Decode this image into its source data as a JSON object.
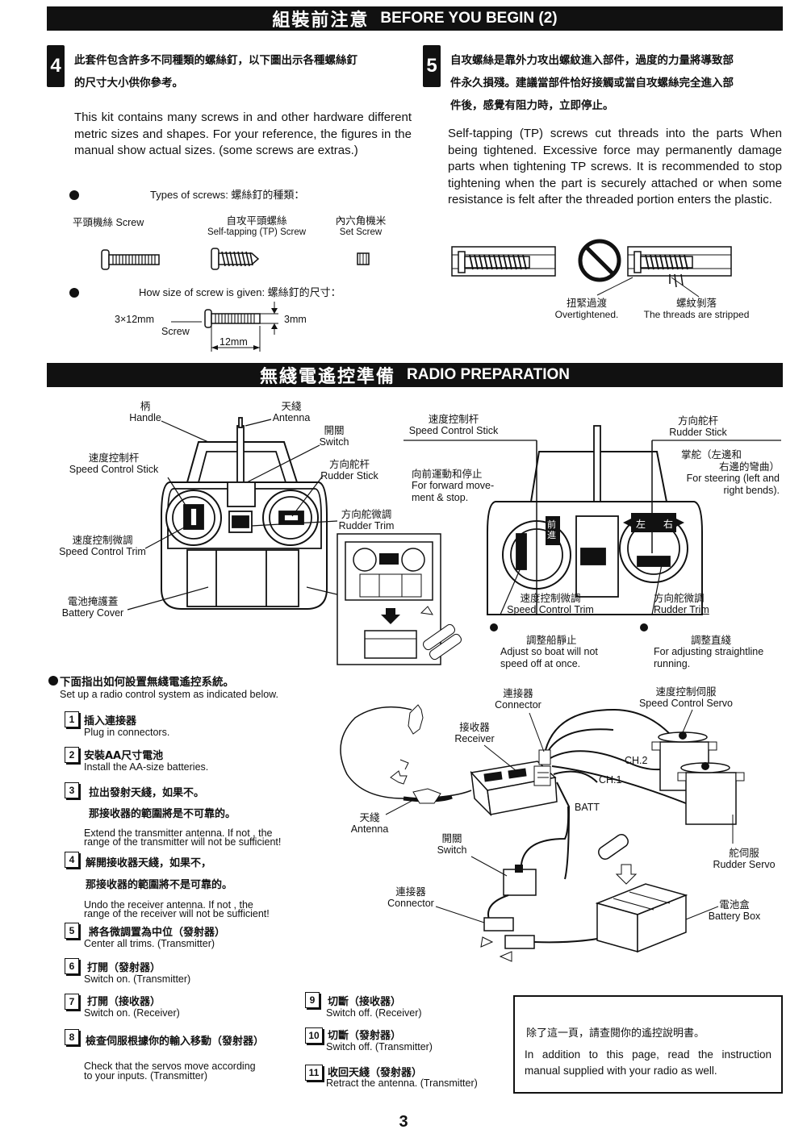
{
  "banner1": {
    "zh": "組裝前注意",
    "en": "BEFORE YOU BEGIN (2)"
  },
  "step4": {
    "num": "4",
    "zh1": "此套件包含許多不同種類的螺絲釘，以下圖出示各種螺絲釘",
    "zh2": "的尺寸大小供你參考。",
    "en": "This kit contains many screws in and other hardware different metric sizes and shapes. For your reference, the figures in the manual show actual sizes. (some screws are extras.)",
    "types_label": "Types of screws:  螺絲釘的種類：",
    "screw_zh": "平頭機絲",
    "screw_en": "Screw",
    "tp_zh": "自攻平頭螺絲",
    "tp_en": "Self-tapping (TP) Screw",
    "set_zh": "內六角機米",
    "set_en": "Set Screw",
    "size_label": "How size of screw is given:  螺絲釘的尺寸：",
    "size_value": "3×12mm",
    "size_screw": "Screw",
    "dim_dia": "3mm",
    "dim_len": "12mm"
  },
  "step5": {
    "num": "5",
    "zh1": "自攻螺絲是靠外力攻出螺紋進入部件，過度的力量將導致部",
    "zh2": "件永久損殘。建議當部件恰好接觸或當自攻螺絲完全進入部",
    "zh3": "件後，感覺有阻力時，立即停止。",
    "en": "Self-tapping (TP) screws cut threads into the parts When being tightened. Excessive force may permanently damage parts when tightening TP screws. It is recommended to stop tightening when the part is securely attached or when some resistance is felt after the threaded portion enters the plastic.",
    "over_zh": "扭緊過渡",
    "over_en": "Overtightened.",
    "strip_zh": "螺紋剝落",
    "strip_en": "The threads are stripped"
  },
  "banner2": {
    "zh": "無綫電遙控準備",
    "en": "RADIO PREPARATION"
  },
  "tx": {
    "handle_zh": "柄",
    "handle_en": "Handle",
    "antenna_zh": "天綫",
    "antenna_en": "Antenna",
    "switch_zh": "開關",
    "switch_en": "Switch",
    "speed_zh": "速度控制杆",
    "speed_en": "Speed Control Stick",
    "rudder_zh": "方向舵杆",
    "rudder_en": "Rudder Stick",
    "rtrim_zh": "方向舵微調",
    "rtrim_en": "Rudder Trim",
    "strim_zh": "速度控制微調",
    "strim_en": "Speed Control Trim",
    "cover_zh": "電池掩護蓋",
    "cover_en": "Battery Cover"
  },
  "tx2": {
    "speed_zh": "速度控制杆",
    "speed_en": "Speed Control Stick",
    "rudder_zh": "方向舵杆",
    "rudder_en": "Rudder Stick",
    "fwd_zh": "向前運動和停止",
    "fwd_en1": "For forward move-",
    "fwd_en2": "ment & stop.",
    "steer_zh1": "掌舵（左邊和",
    "steer_zh2": "右邊的彎曲）",
    "steer_en1": "For steering (left and",
    "steer_en2": "right bends).",
    "strim_zh": "速度控制微調",
    "strim_en": "Speed Control Trim",
    "rtrim_zh": "方向舵微調",
    "rtrim_en": "Rudder Trim",
    "adj_zh": "調整船靜止",
    "adj_en1": "Adjust so boat will not",
    "adj_en2": "speed off at once.",
    "str_zh": "調整直綫",
    "str_en1": "For adjusting straightline",
    "str_en2": "running.",
    "fwd_mark": "前進",
    "left_mark": "左",
    "right_mark": "右"
  },
  "setup": {
    "intro_zh": "下面指出如何設置無綫電遙控系統。",
    "intro_en": "Set up a radio control system as indicated below.",
    "steps": [
      {
        "n": "1",
        "zh": "插入連接器",
        "en": "Plug in connectors."
      },
      {
        "n": "2",
        "zh": "安裝AA尺寸電池",
        "en": "Install the AA-size batteries."
      },
      {
        "n": "3",
        "zh": "拉出發射天綫，如果不。",
        "zh2": "那接收器的範圍將是不可靠的。",
        "en": "Extend the transmitter antenna.  If not , the",
        "en2": "range of the transmitter will not be sufficient!"
      },
      {
        "n": "4",
        "zh": "解開接收器天綫，如果不，",
        "zh2": "那接收器的範圍將不是可靠的。",
        "en": "Undo the receiver antenna.   If not , the",
        "en2": "range of the  receiver will not be sufficient!"
      },
      {
        "n": "5",
        "zh": "將各微調置為中位（發射器）",
        "en": "Center all trims.  (Transmitter)"
      },
      {
        "n": "6",
        "zh": "打開（發射器）",
        "en": "Switch on.  (Transmitter)"
      },
      {
        "n": "7",
        "zh": "打開（接收器）",
        "en": "Switch on.  (Receiver)"
      },
      {
        "n": "8",
        "zh": "檢查伺服根據你的輸入移動（發射器）",
        "en": "Check that the servos  move according",
        "en2": "to your inputs.  (Transmitter)"
      },
      {
        "n": "9",
        "zh": "切斷（接收器）",
        "en": "Switch off.  (Receiver)"
      },
      {
        "n": "10",
        "zh": "切斷（發射器）",
        "en": "Switch off.  (Transmitter)"
      },
      {
        "n": "11",
        "zh": "收回天綫（發射器）",
        "en": "Retract the antenna.   (Transmitter)"
      }
    ]
  },
  "wiring": {
    "conn_zh": "連接器",
    "conn_en": "Connector",
    "rcv_zh": "接收器",
    "rcv_en": "Receiver",
    "sc_zh": "速度控制伺服",
    "sc_en": "Speed Control Servo",
    "ch2": "CH.2",
    "ch1": "CH.1",
    "batt": "BATT",
    "ant_zh": "天綫",
    "ant_en": "Antenna",
    "sw_zh": "開關",
    "sw_en": "Switch",
    "rs_zh": "舵伺服",
    "rs_en": "Rudder Servo",
    "conn2_zh": "連接器",
    "conn2_en": "Connector",
    "box_zh": "電池盒",
    "box_en": "Battery Box"
  },
  "note": {
    "zh": "除了這一頁，請查閱你的遙控說明書。",
    "en": "In addition to this page, read the instruction manual supplied with your radio as well."
  },
  "page_number": "3"
}
